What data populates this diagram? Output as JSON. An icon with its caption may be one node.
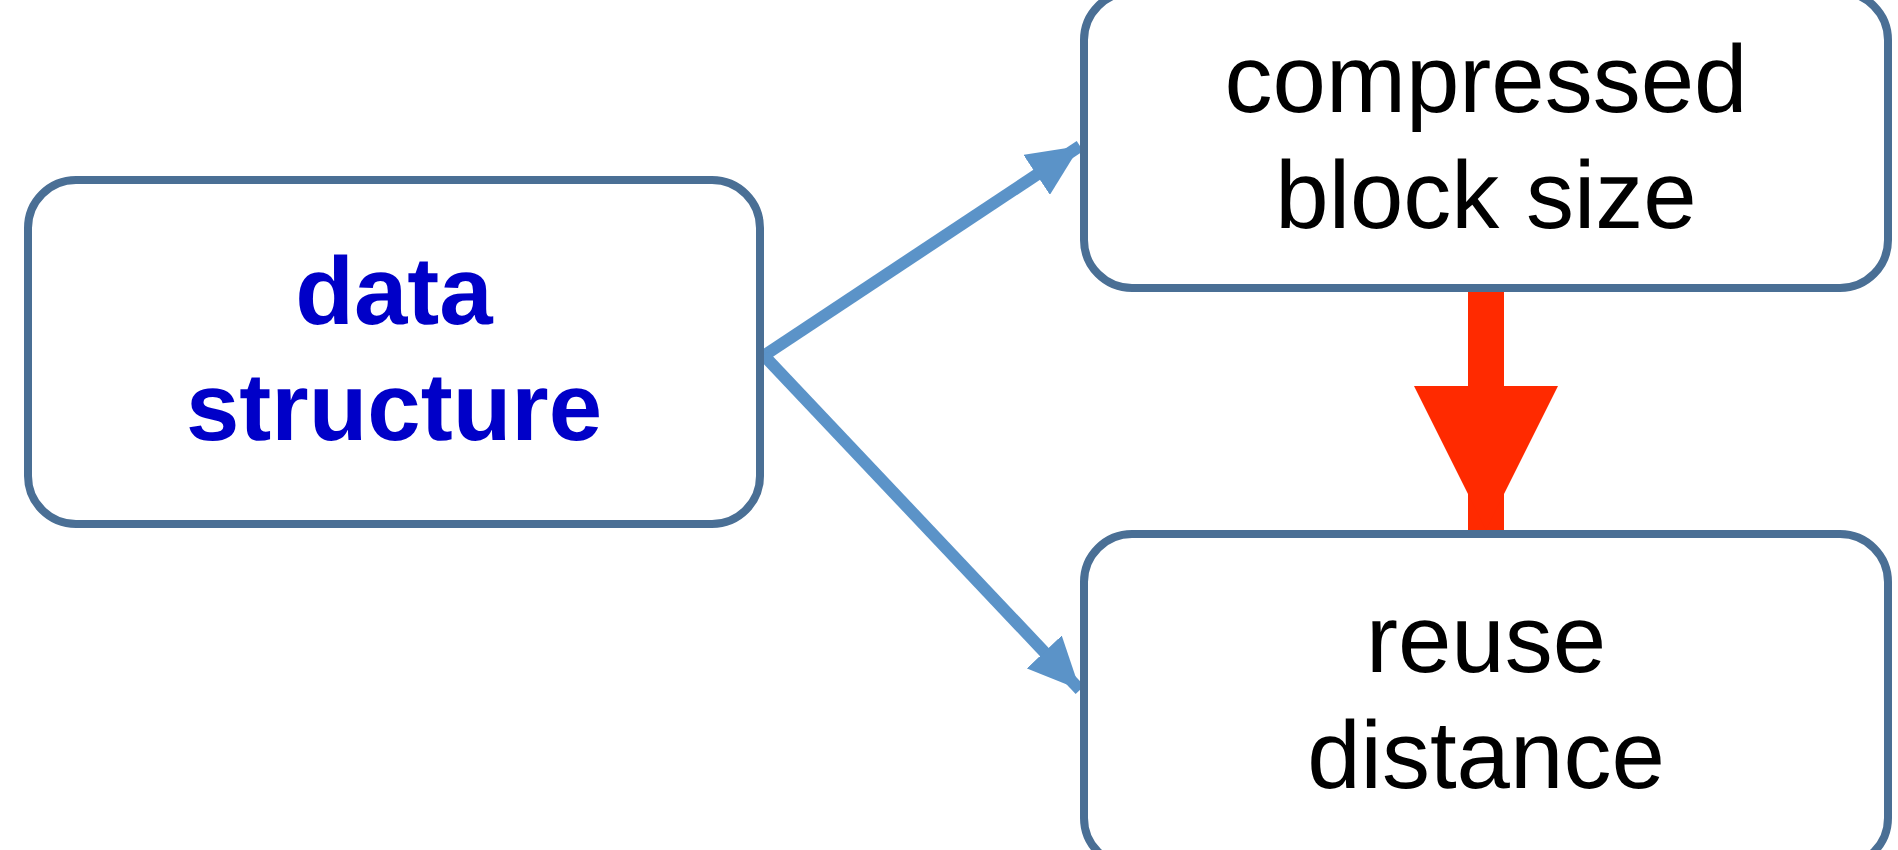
{
  "diagram": {
    "nodes": [
      {
        "text": [
          "data structure"
        ]
      },
      {
        "text": [
          "compressed block size"
        ]
      },
      {
        "text": [
          "reuse distance"
        ]
      }
    ],
    "edges": [
      {
        "from": 0,
        "to": 1,
        "arrow": "to"
      },
      {
        "from": 0,
        "to": 2,
        "arrow": "to"
      },
      {
        "from": 1,
        "to": 2,
        "arrow": "to",
        "style": "thick",
        "color": "#ff2a00"
      }
    ]
  }
}
